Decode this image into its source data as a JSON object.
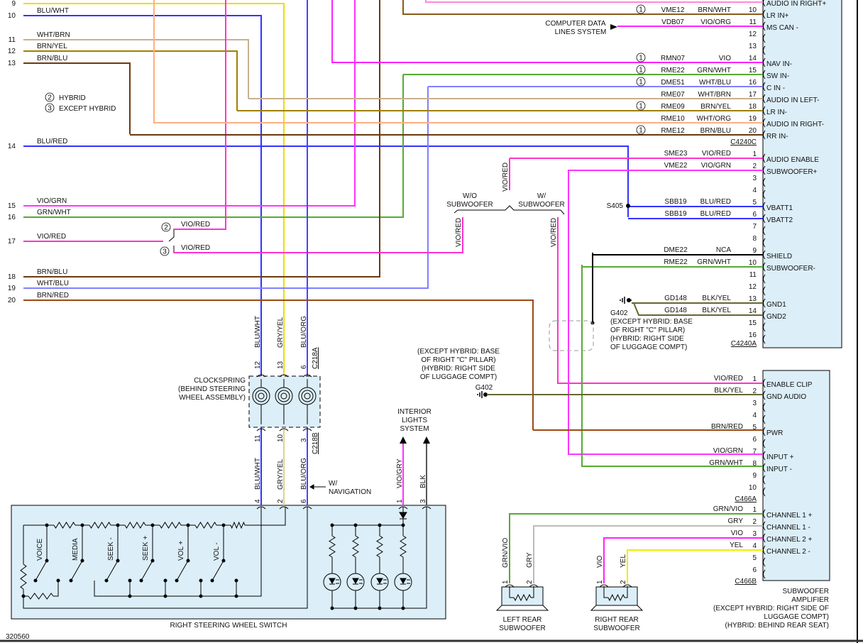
{
  "diagram_id": "320560",
  "legend": [
    {
      "num": "2",
      "label": "HYBRID"
    },
    {
      "num": "3",
      "label": "EXCEPT HYBRID"
    }
  ],
  "left_pins": [
    {
      "pin": "9",
      "color": ""
    },
    {
      "pin": "10",
      "color": "BLU/WHT"
    },
    {
      "pin": "11",
      "color": "WHT/BRN"
    },
    {
      "pin": "12",
      "color": "BRN/YEL"
    },
    {
      "pin": "13",
      "color": "BRN/BLU"
    },
    {
      "pin": "14",
      "color": "BLU/RED"
    },
    {
      "pin": "15",
      "color": "VIO/GRN"
    },
    {
      "pin": "16",
      "color": "GRN/WHT"
    },
    {
      "pin": "17",
      "color": "VIO/RED"
    },
    {
      "pin": "18",
      "color": "BRN/BLU"
    },
    {
      "pin": "19",
      "color": "WHT/BLU"
    },
    {
      "pin": "20",
      "color": "BRN/RED"
    }
  ],
  "vio_red_options": [
    {
      "num": "2",
      "color": "VIO/RED"
    },
    {
      "num": "3",
      "color": "VIO/RED"
    }
  ],
  "computer_data": [
    "COMPUTER DATA",
    "LINES SYSTEM"
  ],
  "c4240c": {
    "name": "C4240C",
    "top_function": "AUDIO IN RIGHT+",
    "rows": [
      {
        "pin": "10",
        "note": "1",
        "circuit": "VME12",
        "color": "BRN/WHT",
        "function": "LR IN+"
      },
      {
        "pin": "11",
        "note": "",
        "circuit": "VDB07",
        "color": "VIO/ORG",
        "function": "MS CAN -"
      },
      {
        "pin": "12",
        "note": "",
        "circuit": "",
        "color": "",
        "function": ""
      },
      {
        "pin": "13",
        "note": "",
        "circuit": "",
        "color": "",
        "function": ""
      },
      {
        "pin": "14",
        "note": "1",
        "circuit": "RMN07",
        "color": "VIO",
        "function": "NAV IN-"
      },
      {
        "pin": "15",
        "note": "1",
        "circuit": "RME22",
        "color": "GRN/WHT",
        "function": "SW IN-"
      },
      {
        "pin": "16",
        "note": "1",
        "circuit": "DME51",
        "color": "WHT/BLU",
        "function": "C IN -"
      },
      {
        "pin": "17",
        "note": "",
        "circuit": "RME07",
        "color": "WHT/BRN",
        "function": "AUDIO IN LEFT-"
      },
      {
        "pin": "18",
        "note": "1",
        "circuit": "RME09",
        "color": "BRN/YEL",
        "function": "LR IN-"
      },
      {
        "pin": "19",
        "note": "",
        "circuit": "RME10",
        "color": "WHT/ORG",
        "function": "AUDIO IN RIGHT-"
      },
      {
        "pin": "20",
        "note": "1",
        "circuit": "RME12",
        "color": "BRN/BLU",
        "function": "RR IN-"
      }
    ]
  },
  "c4240a": {
    "name": "C4240A",
    "rows": [
      {
        "pin": "1",
        "circuit": "SME23",
        "color": "VIO/RED",
        "function": "AUDIO ENABLE"
      },
      {
        "pin": "2",
        "circuit": "VME22",
        "color": "VIO/GRN",
        "function": "SUBWOOFER+"
      },
      {
        "pin": "3",
        "circuit": "",
        "color": "",
        "function": ""
      },
      {
        "pin": "4",
        "circuit": "",
        "color": "",
        "function": ""
      },
      {
        "pin": "5",
        "circuit": "SBB19",
        "color": "BLU/RED",
        "function": "VBATT1"
      },
      {
        "pin": "6",
        "circuit": "SBB19",
        "color": "BLU/RED",
        "function": "VBATT2"
      },
      {
        "pin": "7",
        "circuit": "",
        "color": "",
        "function": ""
      },
      {
        "pin": "8",
        "circuit": "",
        "color": "",
        "function": ""
      },
      {
        "pin": "9",
        "circuit": "DME22",
        "color": "NCA",
        "function": "SHIELD"
      },
      {
        "pin": "10",
        "circuit": "RME22",
        "color": "GRN/WHT",
        "function": "SUBWOOFER-"
      },
      {
        "pin": "11",
        "circuit": "",
        "color": "",
        "function": ""
      },
      {
        "pin": "12",
        "circuit": "",
        "color": "",
        "function": ""
      },
      {
        "pin": "13",
        "circuit": "GD148",
        "color": "BLK/YEL",
        "function": "GND1"
      },
      {
        "pin": "14",
        "circuit": "GD148",
        "color": "BLK/YEL",
        "function": "GND2"
      },
      {
        "pin": "15",
        "circuit": "",
        "color": "",
        "function": ""
      },
      {
        "pin": "16",
        "circuit": "",
        "color": "",
        "function": ""
      }
    ]
  },
  "splice": "S405",
  "subwoofer_option": {
    "without": [
      "W/O",
      "SUBWOOFER"
    ],
    "with": [
      "W/",
      "SUBWOOFER"
    ],
    "wire_top": "VIO/RED",
    "wire_without": "VIO/RED",
    "wire_with": "VIO/RED"
  },
  "g402_right": [
    "G402",
    "(EXCEPT HYBRID: BASE",
    "OF RIGHT \"C\" PILLAR)",
    "(HYBRID: RIGHT SIDE",
    "OF LUGGAGE COMPT)"
  ],
  "g402_left": {
    "notes": [
      "(EXCEPT HYBRID: BASE",
      "OF RIGHT \"C\" PILLAR)",
      "(HYBRID: RIGHT SIDE",
      "OF LUGGAGE COMPT)"
    ],
    "name": "G402"
  },
  "clockspring": {
    "label": [
      "CLOCKSPRING",
      "(BEHIND STEERING",
      "WHEEL ASSEMBLY)"
    ],
    "top_connector": "C218A",
    "bottom_connector": "C218B",
    "top_pins": [
      "12",
      "13",
      "6"
    ],
    "bottom_pins": [
      "11",
      "10",
      "3"
    ],
    "wires": [
      "BLU/WHT",
      "GRY/YEL",
      "BLU/ORG"
    ]
  },
  "navigation_note": [
    "W/",
    "NAVIGATION"
  ],
  "interior_lights": {
    "label": [
      "INTERIOR",
      "LIGHTS",
      "SYSTEM"
    ],
    "wires": [
      "VIO/GRY",
      "BLK"
    ],
    "pins": [
      "1",
      "3"
    ]
  },
  "switch": {
    "title": "RIGHT STEERING WHEEL SWITCH",
    "pins": [
      "4",
      "2",
      "6"
    ],
    "buttons": [
      "VOICE",
      "MEDIA",
      "SEEK -",
      "SEEK +",
      "VOL +",
      "VOL -"
    ]
  },
  "amplifier": {
    "title": [
      "SUBWOOFER",
      "AMPLIFIER",
      "(EXCEPT HYBRID: RIGHT SIDE OF",
      "LUGGAGE COMPT)",
      "(HYBRID: BEHIND REAR SEAT)"
    ],
    "c466a": {
      "name": "C466A",
      "rows": [
        {
          "pin": "1",
          "color": "VIO/RED",
          "function": "ENABLE CLIP"
        },
        {
          "pin": "2",
          "color": "BLK/YEL",
          "function": "GND AUDIO"
        },
        {
          "pin": "3",
          "color": "",
          "function": ""
        },
        {
          "pin": "4",
          "color": "",
          "function": ""
        },
        {
          "pin": "5",
          "color": "BRN/RED",
          "function": "PWR"
        },
        {
          "pin": "6",
          "color": "",
          "function": ""
        },
        {
          "pin": "7",
          "color": "VIO/GRN",
          "function": "INPUT +"
        },
        {
          "pin": "8",
          "color": "GRN/WHT",
          "function": "INPUT -"
        },
        {
          "pin": "9",
          "color": "",
          "function": ""
        },
        {
          "pin": "10",
          "color": "",
          "function": ""
        }
      ]
    },
    "c466b": {
      "name": "C466B",
      "rows": [
        {
          "pin": "1",
          "color": "GRN/VIO",
          "function": "CHANNEL 1 +"
        },
        {
          "pin": "2",
          "color": "GRY",
          "function": "CHANNEL 1 -"
        },
        {
          "pin": "3",
          "color": "VIO",
          "function": "CHANNEL 2 +"
        },
        {
          "pin": "4",
          "color": "YEL",
          "function": "CHANNEL 2 -"
        },
        {
          "pin": "5",
          "color": "",
          "function": ""
        },
        {
          "pin": "6",
          "color": "",
          "function": ""
        }
      ]
    }
  },
  "left_sub": {
    "label": [
      "LEFT REAR",
      "SUBWOOFER"
    ],
    "pins": [
      "1",
      "2"
    ],
    "wires": [
      "GRN/VIO",
      "GRY"
    ]
  },
  "right_sub": {
    "label": [
      "RIGHT REAR",
      "SUBWOOFER"
    ],
    "pins": [
      "1",
      "2"
    ],
    "wires": [
      "VIO",
      "YEL"
    ]
  },
  "colors": {
    "component_fill": "#dcEEF8",
    "VIO": "#ff22ff",
    "BLU": "#3333ee",
    "GRN": "#44aa22",
    "BRN": "#7a4a12",
    "YEL": "#ffee00",
    "GRY": "#bbbbbb",
    "BLK": "#000000"
  }
}
